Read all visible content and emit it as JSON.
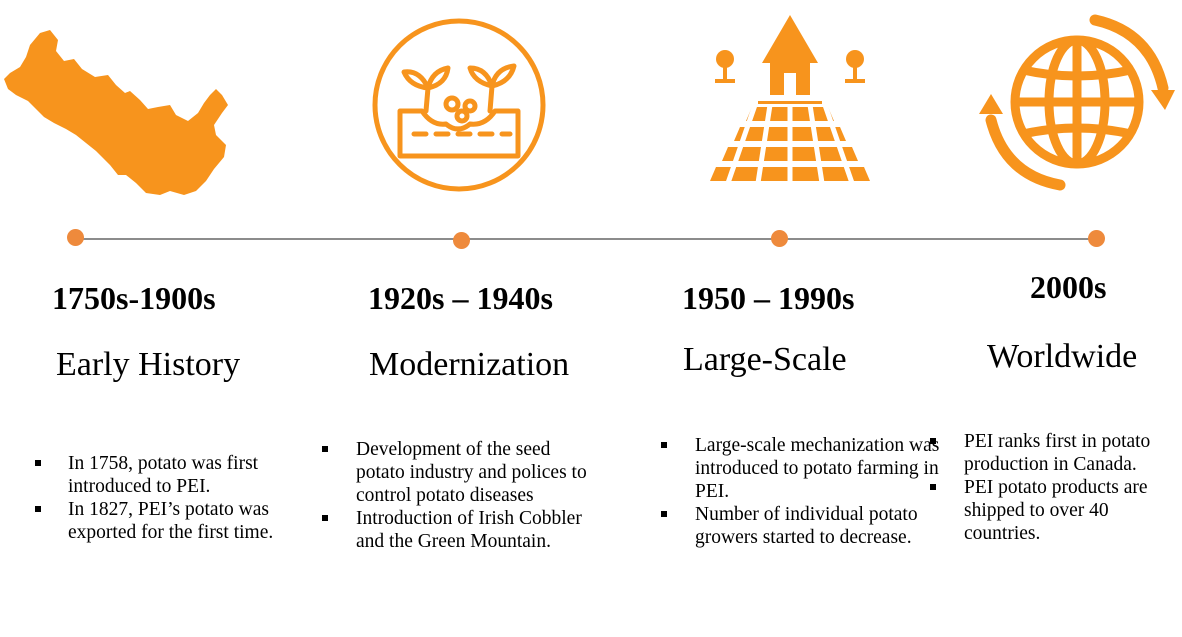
{
  "colors": {
    "accent": "#F7941D",
    "dot": "#EE8A3C",
    "line": "#8C8C8C"
  },
  "periods": [
    {
      "years": "1750s-1900s",
      "title": "Early History",
      "icon": "pei-map-icon",
      "bullets": [
        "In 1758, potato was first introduced to PEI.",
        "In 1827, PEI’s potato was exported for the first time."
      ]
    },
    {
      "years": "1920s – 1940s",
      "title": "Modernization",
      "icon": "sprouting-soil-icon",
      "bullets": [
        "Development of the seed potato industry and polices to control potato diseases",
        "Introduction of Irish Cobbler and the Green Mountain."
      ]
    },
    {
      "years": "1950 – 1990s",
      "title": "Large-Scale",
      "icon": "farm-field-icon",
      "bullets": [
        "Large-scale mechanization was introduced to potato farming in PEI.",
        "Number of individual potato growers started to decrease."
      ]
    },
    {
      "years": "2000s",
      "title": "Worldwide",
      "icon": "globe-arrows-icon",
      "bullets": [
        "PEI ranks first in potato production in Canada.",
        "PEI potato products are shipped to over 40 countries."
      ]
    }
  ]
}
